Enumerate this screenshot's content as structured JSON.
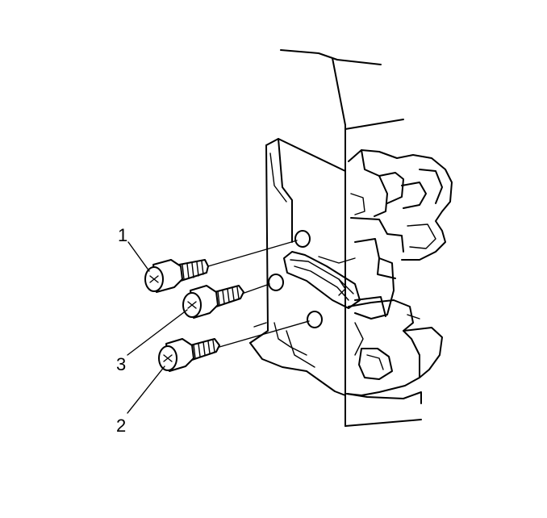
{
  "callouts": [
    {
      "id": "screw-1",
      "label": "1"
    },
    {
      "id": "screw-3",
      "label": "3"
    },
    {
      "id": "screw-2",
      "label": "2"
    }
  ],
  "colors": {
    "line": "#000000",
    "background": "#ffffff"
  }
}
